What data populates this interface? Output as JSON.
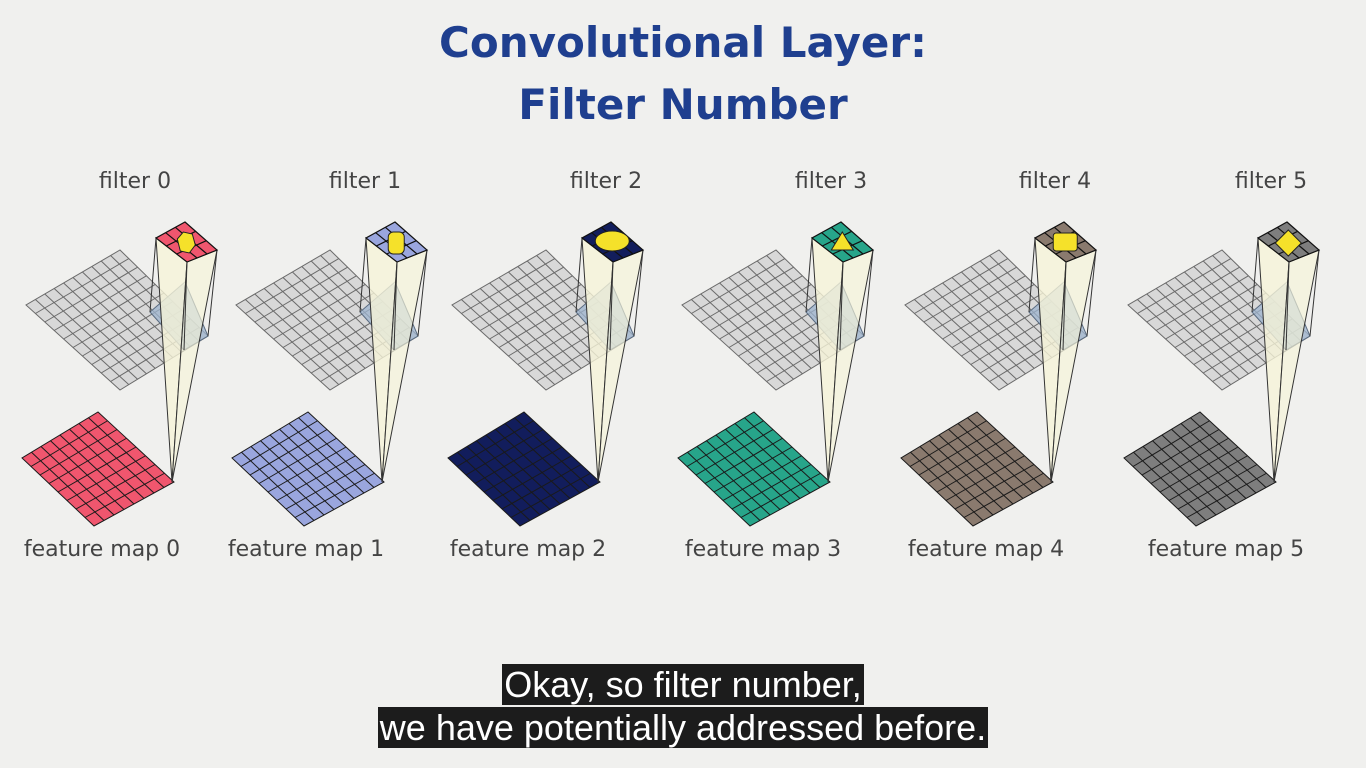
{
  "slide": {
    "title_line1": "Convolutional Layer:",
    "title_line2": "Filter Number"
  },
  "panels": [
    {
      "filter_label": "filter 0",
      "map_label": "feature map 0",
      "map_color": "#f0566e",
      "filter_color": "#f0566e",
      "filter_shape": "hexagon"
    },
    {
      "filter_label": "filter 1",
      "map_label": "feature map 1",
      "map_color": "#9aa6de",
      "filter_color": "#9aa6de",
      "filter_shape": "rounded-square"
    },
    {
      "filter_label": "filter 2",
      "map_label": "feature map 2",
      "map_color": "#121d5c",
      "filter_color": "#121d5c",
      "filter_shape": "ellipse"
    },
    {
      "filter_label": "filter 3",
      "map_label": "feature map 3",
      "map_color": "#27a58a",
      "filter_color": "#27a58a",
      "filter_shape": "triangle"
    },
    {
      "filter_label": "filter 4",
      "map_label": "feature map 4",
      "map_color": "#8a7a6e",
      "filter_color": "#8a7a6e",
      "filter_shape": "square"
    },
    {
      "filter_label": "filter 5",
      "map_label": "feature map 5",
      "map_color": "#7e7e7e",
      "filter_color": "#7e7e7e",
      "filter_shape": "diamond"
    }
  ],
  "colors": {
    "title": "#1f3f8f",
    "input_grid": "#d8d8d8",
    "shape_fill": "#f5e12a",
    "beam": "#f6f4d8"
  },
  "captions": {
    "line1": "Okay, so filter number,",
    "line2": "we have potentially addressed before."
  }
}
